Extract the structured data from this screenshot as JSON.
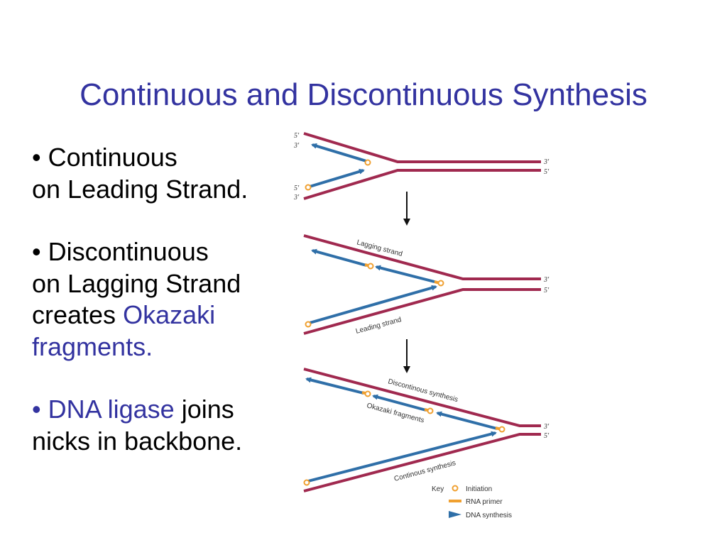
{
  "slide": {
    "title": "Continuous and Discontinuous Synthesis",
    "bullet1": {
      "prefix": "• Continuous",
      "line2": "on Leading Strand."
    },
    "bullet2": {
      "prefix": "• Discontinuous",
      "line2": "on Lagging Strand",
      "line3_plain": "creates ",
      "line3_highlight": "Okazaki",
      "line4_highlight": "fragments."
    },
    "bullet3": {
      "prefix_highlight": "• DNA ligase",
      "line1_plain": " joins",
      "line2": "nicks in backbone."
    }
  },
  "diagram": {
    "panel1": {
      "top_5": "5'",
      "top_3": "3'",
      "bot_5": "5'",
      "bot_3": "3'",
      "right_3": "3'",
      "right_5": "5'"
    },
    "panel2": {
      "lagging_label": "Lagging strand",
      "leading_label": "Leading strand",
      "right_3": "3'",
      "right_5": "5'"
    },
    "panel3": {
      "discont_label": "Discontinous synthesis",
      "okazaki_label": "Okazaki fragments",
      "cont_label": "Continous synthesis",
      "right_3": "3'",
      "right_5": "5'"
    },
    "key": {
      "title": "Key",
      "initiation": "Initiation",
      "rna_primer": "RNA primer",
      "dna_synthesis": "DNA synthesis"
    },
    "colors": {
      "strand": "#a0294f",
      "synthesis": "#2f6fa8",
      "primer": "#f0a030",
      "title": "#3333a0"
    }
  }
}
